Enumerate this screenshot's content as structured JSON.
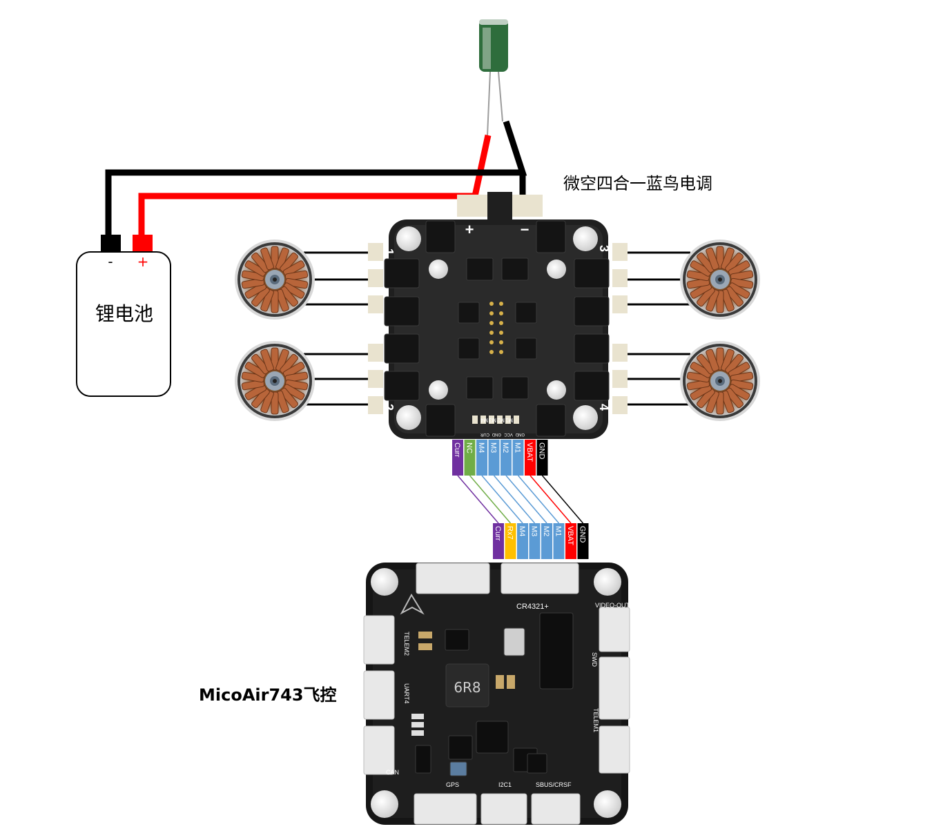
{
  "title_esc": "微空四合一蓝鸟电调",
  "title_fc": "MicoAir743飞控",
  "battery": {
    "label": "锂电池",
    "minus": "-",
    "plus": "+"
  },
  "esc_power": {
    "plus": "+",
    "minus": "−"
  },
  "esc_motor_numbers": [
    "1",
    "2",
    "3",
    "4"
  ],
  "esc_bottom_silk": [
    "M1",
    "M2",
    "M3",
    "M4"
  ],
  "esc_bottom_small": [
    "GND",
    "VCC",
    "GND",
    "CUR"
  ],
  "esc_pins": [
    {
      "label": "Curr",
      "color": "#7030a0"
    },
    {
      "label": "NC",
      "color": "#70ad47"
    },
    {
      "label": "M4",
      "color": "#5b9bd5"
    },
    {
      "label": "M3",
      "color": "#5b9bd5"
    },
    {
      "label": "M2",
      "color": "#5b9bd5"
    },
    {
      "label": "M1",
      "color": "#5b9bd5"
    },
    {
      "label": "VBAT",
      "color": "#ff0000"
    },
    {
      "label": "GND",
      "color": "#000000"
    }
  ],
  "fc_pins": [
    {
      "label": "Curr",
      "color": "#7030a0"
    },
    {
      "label": "Rx7",
      "color": "#ffc000"
    },
    {
      "label": "M4",
      "color": "#5b9bd5"
    },
    {
      "label": "M3",
      "color": "#5b9bd5"
    },
    {
      "label": "M2",
      "color": "#5b9bd5"
    },
    {
      "label": "M1",
      "color": "#5b9bd5"
    },
    {
      "label": "VBAT",
      "color": "#ff0000"
    },
    {
      "label": "GND",
      "color": "#000000"
    }
  ],
  "fc_silk": {
    "cr": "CR4321+",
    "video": "VIDEO-OUT",
    "swd": "SWD",
    "telem1": "TELEM1",
    "telem2": "TELEM2",
    "uart4": "UART4",
    "can": "CAN",
    "gps": "GPS",
    "i2c1": "I2C1",
    "sbus": "SBUS/CRSF",
    "inductor": "6R8"
  }
}
